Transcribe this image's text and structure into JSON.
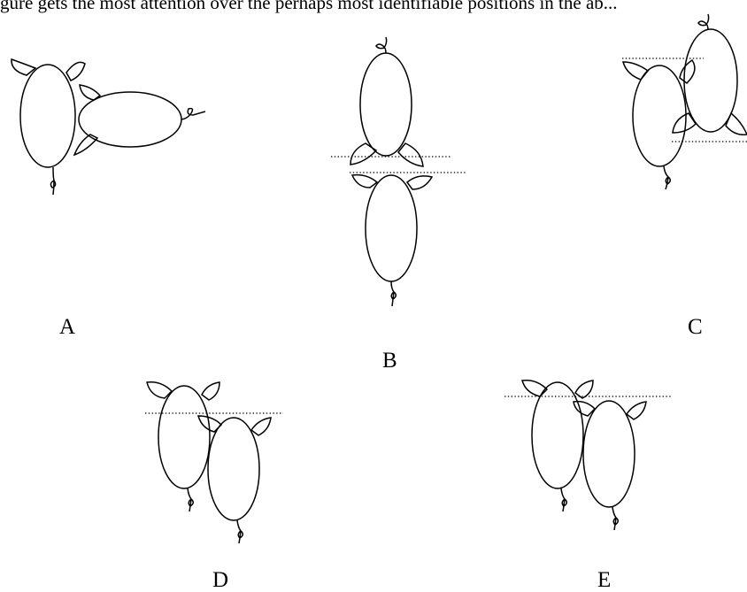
{
  "header": {
    "text": "gure gets the most attention over the perhaps most identifiable positions in the ab..."
  },
  "options": [
    {
      "letter": "A"
    },
    {
      "letter": "B"
    },
    {
      "letter": "C"
    },
    {
      "letter": "D"
    },
    {
      "letter": "E"
    }
  ],
  "style": {
    "stroke": "#000000",
    "background": "#ffffff"
  }
}
